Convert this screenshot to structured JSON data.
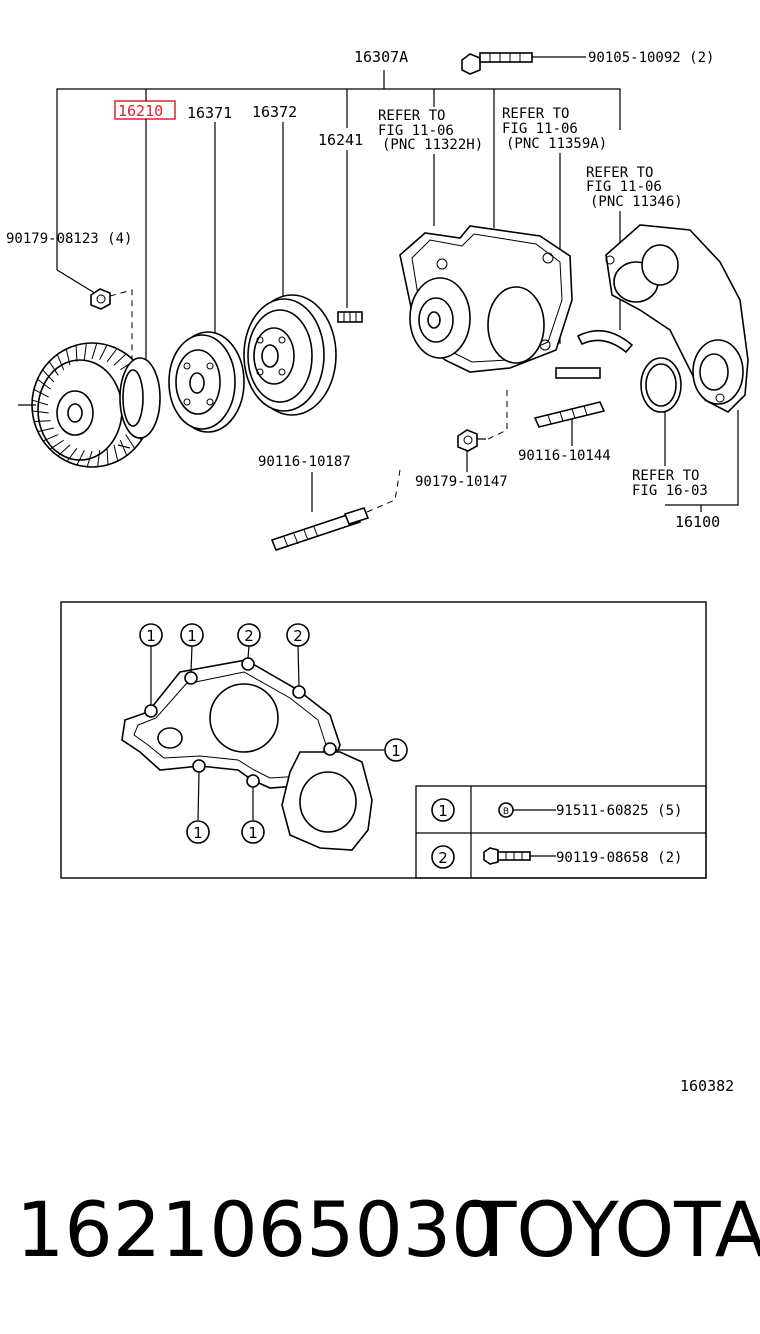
{
  "callouts": {
    "assy_16307A": "16307A",
    "bolt_top": "90105-10092 (2)",
    "fan_clutch": "16210",
    "pulley_16371": "16371",
    "pulley_16372": "16372",
    "stud_16241": "16241",
    "refer_1": [
      "REFER TO",
      "FIG 11-06",
      "(PNC 11322H)"
    ],
    "refer_2": [
      "REFER TO",
      "FIG 11-06",
      "(PNC 11359A)"
    ],
    "refer_3": [
      "REFER TO",
      "FIG 11-06",
      "(PNC 11346)"
    ],
    "nut_left": "90179-08123 (4)",
    "stud_long": "90116-10187",
    "nut_mid": "90179-10147",
    "stud_mid": "90116-10144",
    "refer_4": [
      "REFER TO",
      "FIG 16-03"
    ],
    "housing_16100": "16100"
  },
  "gasket_markers": [
    "1",
    "1",
    "2",
    "2",
    "1",
    "1",
    "1"
  ],
  "legend": {
    "rows": [
      {
        "marker": "1",
        "symbol": "B",
        "part": "91511-60825 (5)"
      },
      {
        "marker": "2",
        "symbol": "bolt",
        "part": "90119-08658 (2)"
      }
    ]
  },
  "figure_number": "160382",
  "footer": {
    "part_number": "1621065030",
    "brand": "TOYOTA"
  },
  "highlight_color": "#e0202a"
}
